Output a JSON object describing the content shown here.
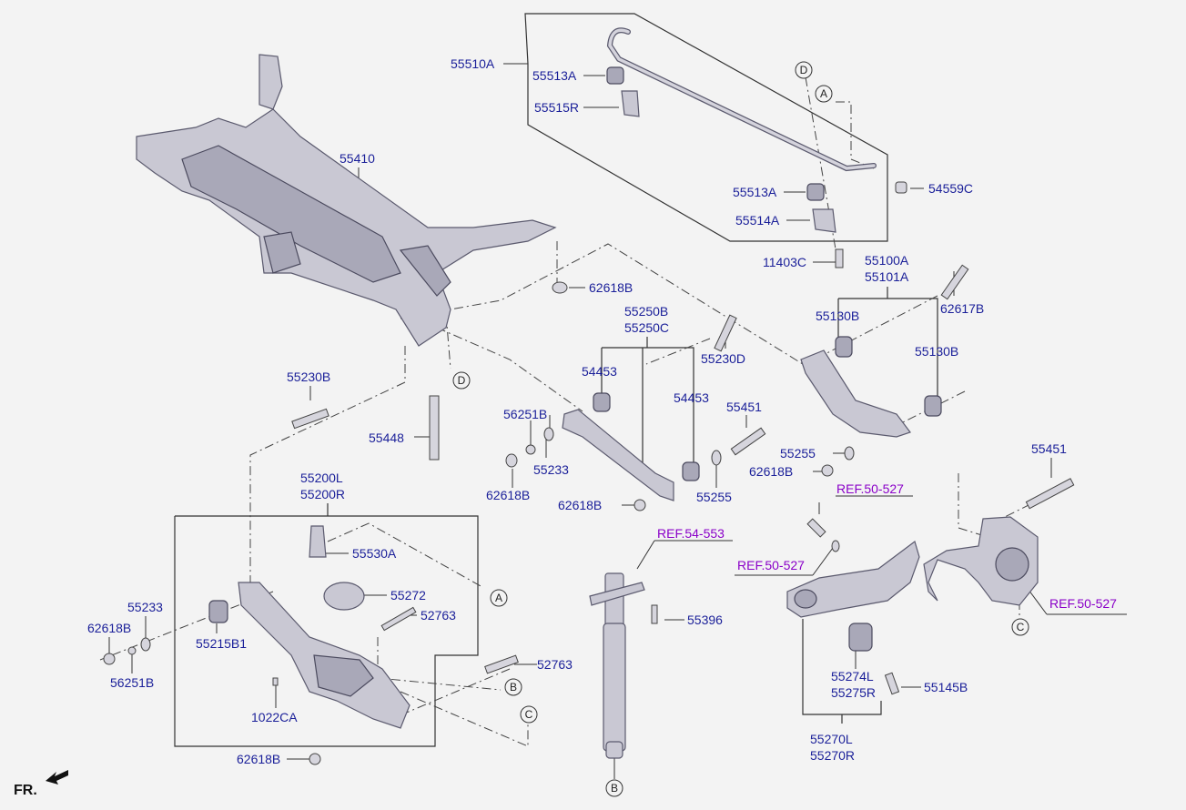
{
  "labels": {
    "l55510A": "55510A",
    "l55513A_top": "55513A",
    "l55515R": "55515R",
    "l54559C": "54559C",
    "l55513A_bot": "55513A",
    "l55514A": "55514A",
    "l11403C": "11403C",
    "l55410": "55410",
    "l62618B_a": "62618B",
    "l55100A": "55100A",
    "l55101A": "55101A",
    "l62617B": "62617B",
    "l55130B_a": "55130B",
    "l55130B_b": "55130B",
    "l55250B": "55250B",
    "l55250C": "55250C",
    "l55230D": "55230D",
    "l54453_a": "54453",
    "l54453_b": "54453",
    "l55230B": "55230B",
    "l56251B_a": "56251B",
    "l55451_a": "55451",
    "l55255_a": "55255",
    "l62618B_b": "62618B",
    "l55448": "55448",
    "l55233_a": "55233",
    "l62618B_c": "62618B",
    "l62618B_d": "62618B",
    "l55255_b": "55255",
    "l55451_b": "55451",
    "l55200L": "55200L",
    "l55200R": "55200R",
    "l55530A": "55530A",
    "l55272": "55272",
    "l52763_a": "52763",
    "l55233_b": "55233",
    "l62618B_e": "62618B",
    "l55215B1": "55215B1",
    "l56251B_b": "56251B",
    "l52763_b": "52763",
    "l1022CA": "1022CA",
    "l62618B_f": "62618B",
    "l55396": "55396",
    "l55274L": "55274L",
    "l55275R": "55275R",
    "l55145B": "55145B",
    "l55270L": "55270L",
    "l55270R": "55270R"
  },
  "refs": {
    "r1": "REF.50-527",
    "r2": "REF.54-553",
    "r3": "REF.50-527",
    "r4": "REF.50-527"
  },
  "callouts": {
    "d1": "D",
    "a1": "A",
    "d2": "D",
    "a2": "A",
    "b1": "B",
    "c1": "C",
    "b2": "B",
    "c2": "C"
  },
  "fr_label": "FR.",
  "colors": {
    "part_label": "#1a1f99",
    "reference_link": "#8a00c8",
    "part_fill": "#c9c8d3"
  }
}
